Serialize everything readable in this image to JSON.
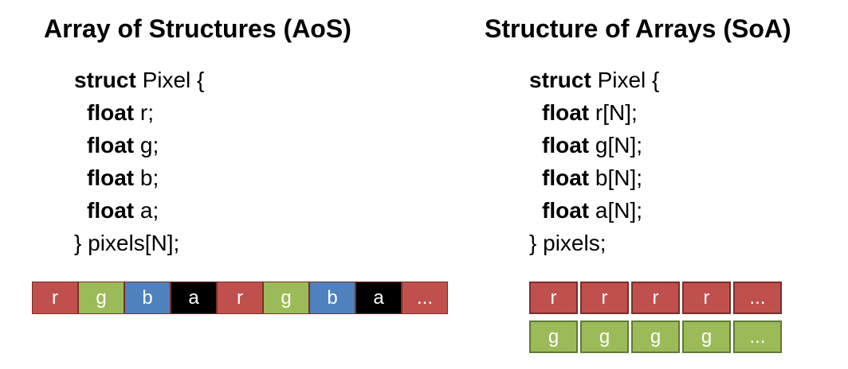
{
  "colors": {
    "r": "#c0504d",
    "g": "#9bbb59",
    "b": "#4f81bd",
    "a": "#000000",
    "r_border": "#7a2e2a",
    "g_border": "#5f7a33"
  },
  "aos": {
    "title": "Array of Structures (AoS)",
    "code": [
      {
        "kw": "struct",
        "rest": " Pixel {",
        "indent": false
      },
      {
        "kw": "float",
        "rest": " r;",
        "indent": true
      },
      {
        "kw": "float",
        "rest": " g;",
        "indent": true
      },
      {
        "kw": "float",
        "rest": " b;",
        "indent": true
      },
      {
        "kw": "float",
        "rest": " a;",
        "indent": true
      },
      {
        "kw": "",
        "rest": "} pixels[N];",
        "indent": false
      }
    ],
    "cells": [
      {
        "label": "r",
        "color": "r"
      },
      {
        "label": "g",
        "color": "g"
      },
      {
        "label": "b",
        "color": "b"
      },
      {
        "label": "a",
        "color": "a"
      },
      {
        "label": "r",
        "color": "r"
      },
      {
        "label": "g",
        "color": "g"
      },
      {
        "label": "b",
        "color": "b"
      },
      {
        "label": "a",
        "color": "a"
      },
      {
        "label": "...",
        "color": "r"
      }
    ]
  },
  "soa": {
    "title": "Structure of Arrays (SoA)",
    "code": [
      {
        "kw": "struct",
        "rest": " Pixel {",
        "indent": false
      },
      {
        "kw": "float",
        "rest": " r[N];",
        "indent": true
      },
      {
        "kw": "float",
        "rest": " g[N];",
        "indent": true
      },
      {
        "kw": "float",
        "rest": " b[N];",
        "indent": true
      },
      {
        "kw": "float",
        "rest": " a[N];",
        "indent": true
      },
      {
        "kw": "",
        "rest": "} pixels;",
        "indent": false
      }
    ],
    "r_cells": [
      {
        "label": "r",
        "color": "r"
      },
      {
        "label": "r",
        "color": "r"
      },
      {
        "label": "r",
        "color": "r"
      },
      {
        "label": "r",
        "color": "r"
      },
      {
        "label": "...",
        "color": "r"
      }
    ],
    "g_cells": [
      {
        "label": "g",
        "color": "g"
      },
      {
        "label": "g",
        "color": "g"
      },
      {
        "label": "g",
        "color": "g"
      },
      {
        "label": "g",
        "color": "g"
      },
      {
        "label": "...",
        "color": "g"
      }
    ]
  }
}
